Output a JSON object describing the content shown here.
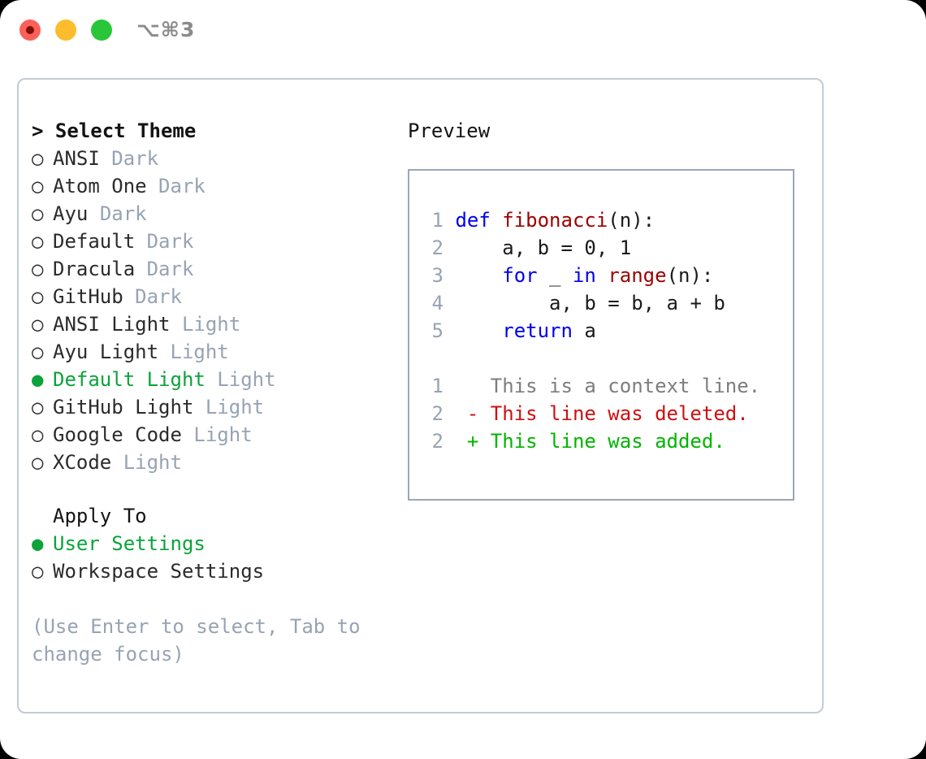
{
  "titlebar": {
    "shortcut": "⌥⌘3",
    "lights": [
      {
        "name": "close",
        "color": "#fc6058"
      },
      {
        "name": "minimize",
        "color": "#fdbc2d"
      },
      {
        "name": "zoom",
        "color": "#2ac63a"
      }
    ]
  },
  "colors": {
    "accent_green": "#0ba33a",
    "muted": "#97a3b4",
    "text": "#2b2b2b",
    "keyword_blue": "#0000ee",
    "function_red": "#9c0000",
    "diff_added": "#00b400",
    "diff_deleted": "#cc1111",
    "border": "#9aa7b7",
    "panel_border": "#c3cbd6"
  },
  "theme_list": {
    "header": "> Select Theme",
    "items": [
      {
        "label": "ANSI",
        "kind": "Dark",
        "selected": false
      },
      {
        "label": "Atom One",
        "kind": "Dark",
        "selected": false
      },
      {
        "label": "Ayu",
        "kind": "Dark",
        "selected": false
      },
      {
        "label": "Default",
        "kind": "Dark",
        "selected": false
      },
      {
        "label": "Dracula",
        "kind": "Dark",
        "selected": false
      },
      {
        "label": "GitHub",
        "kind": "Dark",
        "selected": false
      },
      {
        "label": "ANSI Light",
        "kind": "Light",
        "selected": false
      },
      {
        "label": "Ayu Light",
        "kind": "Light",
        "selected": false
      },
      {
        "label": "Default Light",
        "kind": "Light",
        "selected": true
      },
      {
        "label": "GitHub Light",
        "kind": "Light",
        "selected": false
      },
      {
        "label": "Google Code",
        "kind": "Light",
        "selected": false
      },
      {
        "label": "XCode",
        "kind": "Light",
        "selected": false
      }
    ]
  },
  "apply_to": {
    "header": "Apply To",
    "items": [
      {
        "label": "User Settings",
        "selected": true
      },
      {
        "label": "Workspace Settings",
        "selected": false
      }
    ]
  },
  "hint": "(Use Enter to select, Tab to change focus)",
  "preview": {
    "title": "Preview",
    "code_lines": [
      {
        "number": "1",
        "tokens": [
          {
            "text": "def ",
            "type": "keyword"
          },
          {
            "text": "fibonacci",
            "type": "function"
          },
          {
            "text": "(n):",
            "type": "plain"
          }
        ]
      },
      {
        "number": "2",
        "tokens": [
          {
            "text": "    a, b = 0, 1",
            "type": "plain"
          }
        ]
      },
      {
        "number": "3",
        "tokens": [
          {
            "text": "    ",
            "type": "plain"
          },
          {
            "text": "for",
            "type": "keyword"
          },
          {
            "text": " _ ",
            "type": "plain"
          },
          {
            "text": "in ",
            "type": "keyword"
          },
          {
            "text": "range",
            "type": "function"
          },
          {
            "text": "(n):",
            "type": "plain"
          }
        ]
      },
      {
        "number": "4",
        "tokens": [
          {
            "text": "        a, b = b, a + b",
            "type": "plain"
          }
        ]
      },
      {
        "number": "5",
        "tokens": [
          {
            "text": "    ",
            "type": "plain"
          },
          {
            "text": "return",
            "type": "keyword"
          },
          {
            "text": " a",
            "type": "plain"
          }
        ]
      }
    ],
    "diff_lines": [
      {
        "number": "1",
        "marker": " ",
        "text": "This is a context line.",
        "type": "context"
      },
      {
        "number": "2",
        "marker": "-",
        "text": "This line was deleted.",
        "type": "deleted"
      },
      {
        "number": "2",
        "marker": "+",
        "text": "This line was added.",
        "type": "added"
      }
    ]
  }
}
